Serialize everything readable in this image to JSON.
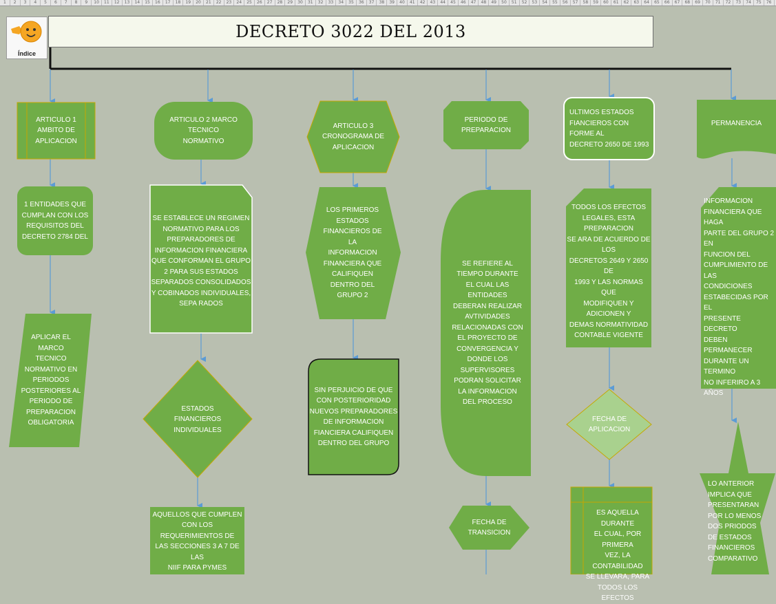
{
  "ruler": [
    "1",
    "2",
    "3",
    "4",
    "5",
    "6",
    "7",
    "8",
    "9",
    "10",
    "11",
    "12",
    "13",
    "14",
    "15",
    "16",
    "17",
    "18",
    "19",
    "20",
    "21",
    "22",
    "23",
    "24",
    "25",
    "26",
    "27",
    "28",
    "29",
    "30",
    "31",
    "32",
    "33",
    "34",
    "35",
    "36",
    "37",
    "38",
    "39",
    "40",
    "41",
    "42",
    "43",
    "44",
    "45",
    "46",
    "47",
    "48",
    "49",
    "50",
    "51",
    "52",
    "53",
    "54",
    "55",
    "56",
    "57",
    "58",
    "59",
    "60",
    "61",
    "62",
    "63",
    "64",
    "65",
    "66",
    "67",
    "68",
    "69",
    "70",
    "71",
    "72",
    "73",
    "74",
    "75",
    "76"
  ],
  "title": "DECRETO 3022 DEL 2013",
  "index_button": {
    "label": "Índice",
    "icon": "emoji-pointing-face-icon"
  },
  "colors": {
    "fill": "#70ad47",
    "fill_light": "#a9d18e",
    "border": "#c6a800",
    "arrow": "#5b9bd5",
    "background": "#b9bfb0",
    "title_bg": "#f5f8ec"
  },
  "nodes": {
    "c1_title": "ARTICULO 1\nAMBITO DE\nAPLICACION",
    "c1_step2": "1 ENTIDADES QUE\nCUMPLAN CON LOS\nREQUISITOS DEL\nDECRETO 2784 DEL",
    "c1_step3": "APLICAR EL\nMARCO\nTECNICO\nNORMATIVO EN\nPERIODOS\nPOSTERIORES AL\nPERIODO DE\nPREPARACION\nOBLIGATORIA",
    "c2_title": "ARTICULO 2 MARCO TECNICO\nNORMATIVO",
    "c2_step2": "SE ESTABLECE UN REGIMEN\nNORMATIVO PARA LOS\nPREPARADORES DE\nINFORMACION FINANCIERA\nQUE CONFORMAN EL GRUPO\n2 PARA SUS ESTADOS\nSEPARADOS CONSOLIDADOS\nY COBINADOS INDIVIDUALES,\nSEPA RADOS",
    "c2_step3": "ESTADOS\nFINANCIEROS\nINDIVIDUALES",
    "c2_step4": "AQUELLOS QUE CUMPLEN\nCON LOS REQUERIMIENTOS DE\nLAS SECCIONES 3 A 7 DE LAS\nNIIF PARA PYMES",
    "c3_title": "ARTICULO 3\nCRONOGRAMA DE\nAPLICACION",
    "c3_step2": "LOS PRIMEROS\nESTADOS\nFINANCIEROS DE\nLA\nINFORMACION\nFINANCIERA QUE\nCALIFIQUEN\nDENTRO DEL\nGRUPO 2",
    "c3_step3": "SIN PERJUICIO DE QUE\nCON POSTERIORIDAD\nNUEVOS PREPARADORES\nDE INFORMACION\nFIANCIERA CALIFIQUEN\nDENTRO DEL GRUPO",
    "c4_title": "PERIODO DE\nPREPARACION",
    "c4_step2": "SE REFIERE AL\nTIEMPO DURANTE\nEL CUAL LAS\nENTIDADES\nDEBERAN REALIZAR\nAVTIVIDADES\nRELACIONADAS CON\nEL PROYECTO DE\nCONVERGENCIA  Y\nDONDE LOS\nSUPERVISORES\nPODRAN SOLICITAR\nLA INFORMACION\nDEL PROCESO",
    "c4_step3": "FECHA DE\nTRANSICION",
    "c5_title": "ULTIMOS ESTADOS\nFIANCIEROS CON FORME AL\nDECRETO 2650 DE 1993",
    "c5_step2": "TODOS LOS EFECTOS\nLEGALES, ESTA PREPARACION\nSE ARA DE ACUERDO DE LOS\nDECRETOS  2649 Y 2650 DE\n1993 Y LAS NORMAS QUE\nMODIFIQUEN Y ADICIONEN Y\nDEMAS NORMATIVIDAD\nCONTABLE VIGENTE",
    "c5_step3": "FECHA DE\nAPLICACION",
    "c5_step4": "ES AQUELLA DURANTE\nEL CUAL, POR PRIMERA\nVEZ, LA CONTABILIDAD\nSE LLEVARA, PARA\nTODOS LOS EFECTOS",
    "c6_title": "PERMANENCIA",
    "c6_step2": "INFORMACION\nFINANCIERA QUE HAGA\nPARTE DEL GRUPO 2 EN\nFUNCION DEL\nCUMPLIMIENTO DE LAS\nCONDICIONES\nESTABECIDAS POR  EL\nPRESENTE DECRETO\nDEBEN PERMANECER\nDURANTE UN TERMINO\nNO INFERIRO A 3 AÑOS",
    "c6_step3": "LO ANTERIOR\nIMPLICA QUE\nPRESENTARAN\nPOR LO MENOS\nDOS PRIODOS\nDE ESTADOS\nFINANCIEROS\nCOMPARATIVO"
  }
}
